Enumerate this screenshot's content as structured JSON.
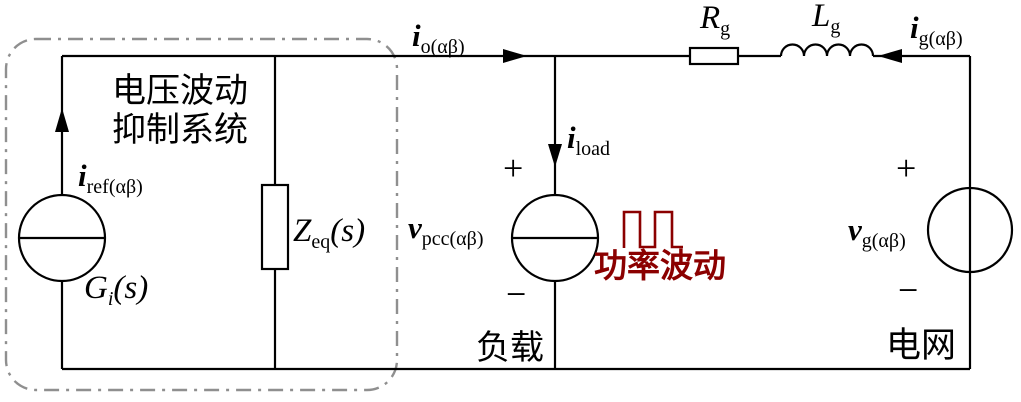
{
  "figure": {
    "type": "power-circuit-diagram",
    "colors": {
      "wire": "#000000",
      "accent": "#8b0000",
      "boundary": "#8f8f8f",
      "background": "#ffffff"
    },
    "suppression_box": {
      "title_line1": "电压波动",
      "title_line2": "抑制系统"
    },
    "labels": {
      "i_ref": {
        "main": "i",
        "sub": "ref(αβ)"
      },
      "g_i": {
        "main": "G",
        "sub": "i",
        "suffix": "(s)"
      },
      "z_eq": {
        "main": "Z",
        "sub": "eq",
        "suffix": "(s)"
      },
      "i_o": {
        "main": "i",
        "sub": "o(αβ)"
      },
      "i_load": {
        "main": "i",
        "sub": "load"
      },
      "v_pcc": {
        "main": "v",
        "sub": "pcc(αβ)"
      },
      "r_g": {
        "main": "R",
        "sub": "g"
      },
      "l_g": {
        "main": "L",
        "sub": "g"
      },
      "i_g": {
        "main": "i",
        "sub": "g(αβ)"
      },
      "v_g": {
        "main": "v",
        "sub": "g(αβ)"
      }
    },
    "annotations": {
      "power_fluctuation": "功率波动",
      "load": "负载",
      "grid": "电网",
      "plus": "+",
      "minus": "−"
    }
  }
}
